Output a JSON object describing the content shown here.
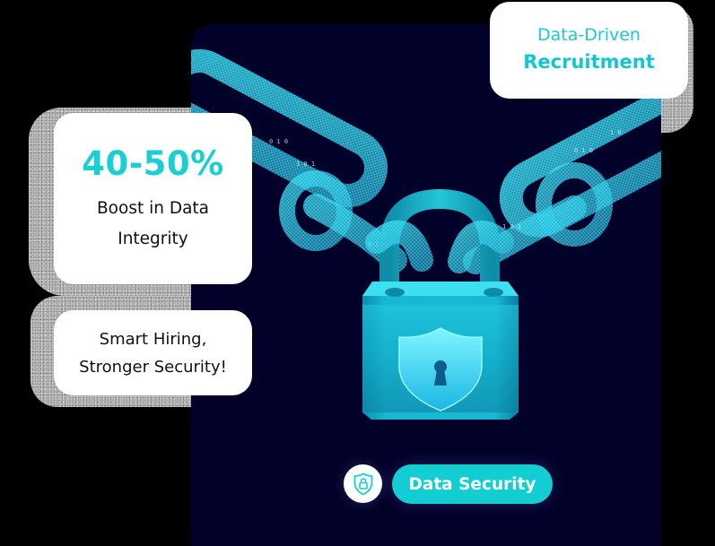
{
  "colors": {
    "background": "#000000",
    "navy_card": "#020129",
    "accent_teal": "#12cdd2",
    "text_dark": "#111111",
    "white": "#ffffff"
  },
  "top_right_card": {
    "line1": "Data-Driven",
    "line2": "Recruitment"
  },
  "stat_card": {
    "value": "40-50%",
    "line1": "Boost in Data",
    "line2": "Integrity"
  },
  "tagline_card": {
    "line1": "Smart Hiring,",
    "line2": "Stronger Security!"
  },
  "illustration": {
    "subject": "padlock-with-digital-chains",
    "icons": [
      "chain-icon",
      "padlock-icon",
      "shield-icon",
      "keyhole-icon"
    ]
  },
  "badge": {
    "icon": "shield-lock-icon",
    "label": "Data Security"
  }
}
